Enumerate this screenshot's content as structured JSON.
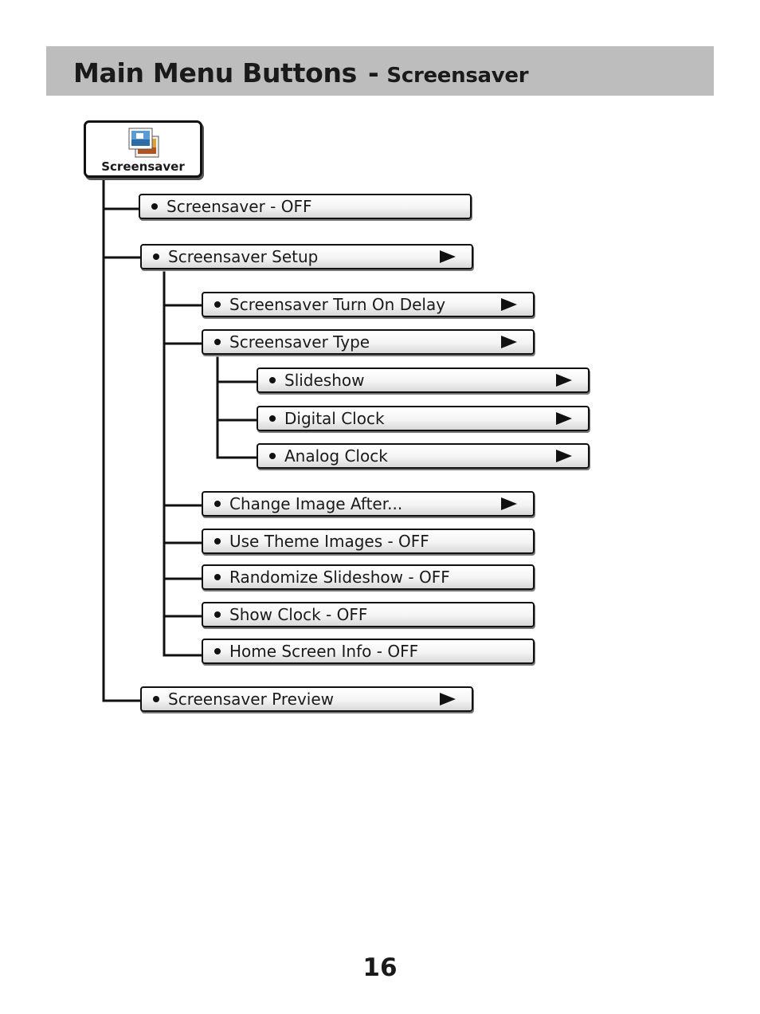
{
  "header": {
    "title": "Main Menu Buttons",
    "separator": "-",
    "subtitle": "Screensaver"
  },
  "root": {
    "label": "Screensaver",
    "icon": "screensaver-pictures-icon"
  },
  "menu": {
    "screensaver_off": "Screensaver - OFF",
    "screensaver_setup": "Screensaver Setup",
    "turn_on_delay": "Screensaver Turn On Delay",
    "screensaver_type": "Screensaver Type",
    "slideshow": "Slideshow",
    "digital_clock": "Digital Clock",
    "analog_clock": "Analog Clock",
    "change_image_after": "Change Image After...",
    "use_theme_images": "Use Theme Images - OFF",
    "randomize_slideshow": "Randomize Slideshow - OFF",
    "show_clock": "Show Clock - OFF",
    "home_screen_info": "Home Screen Info - OFF",
    "screensaver_preview": "Screensaver Preview"
  },
  "page_number": "16"
}
